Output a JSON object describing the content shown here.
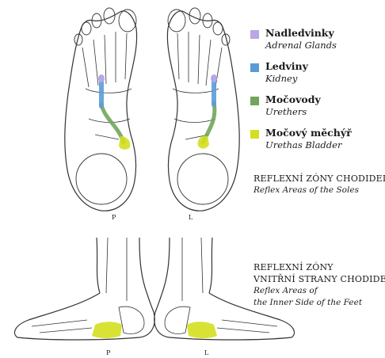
{
  "colors": {
    "adrenal": "#b9a6e6",
    "kidney": "#5b9bd5",
    "ureter": "#72a55b",
    "bladder": "#d4df1f",
    "outline": "#333333"
  },
  "legend": [
    {
      "title": "Nadledvinky",
      "subtitle": "Adrenal Glands",
      "color_key": "adrenal"
    },
    {
      "title": "Ledviny",
      "subtitle": "Kidney",
      "color_key": "kidney"
    },
    {
      "title": "Močovody",
      "subtitle": "Urethers",
      "color_key": "ureter"
    },
    {
      "title": "Močový měchýř",
      "subtitle": "Urethas Bladder",
      "color_key": "bladder"
    }
  ],
  "soles": {
    "title": "REFLEXNÍ ZÓNY CHODIDEL",
    "subtitle": "Reflex Areas of the Soles",
    "right_label": "P",
    "left_label": "L"
  },
  "inner": {
    "title_line1": "REFLEXNÍ ZÓNY",
    "title_line2": "VNITŘNÍ STRANY CHODIDEL",
    "subtitle_line1": "Reflex Areas of",
    "subtitle_line2": "the Inner Side of the Feet",
    "right_label": "P",
    "left_label": "L"
  }
}
